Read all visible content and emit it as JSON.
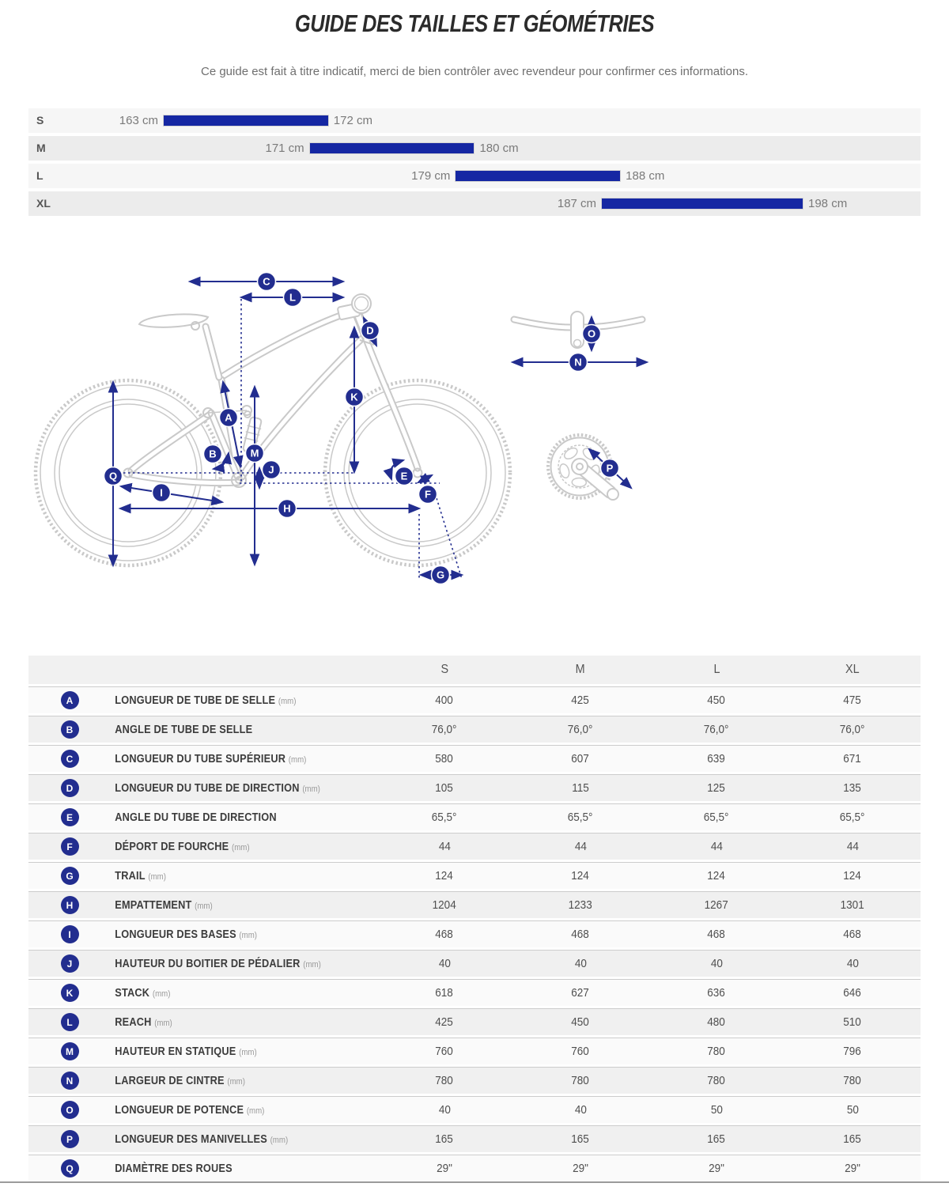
{
  "page": {
    "title": "GUIDE DES TAILLES ET GÉOMÉTRIES",
    "subtitle": "Ce guide est fait à titre indicatif, merci de bien contrôler avec revendeur pour confirmer ces informations."
  },
  "colors": {
    "accent_navy": "#222D8F",
    "bar_blue": "#1527A3",
    "line_art_gray": "#c9c9c9",
    "row_light": "#fafafa",
    "row_gray": "#f0f0f0"
  },
  "size_guide": {
    "scale": {
      "min_cm": 163,
      "max_cm": 198
    },
    "rows": [
      {
        "size": "S",
        "from_cm": 163,
        "to_cm": 172,
        "from_label": "163 cm",
        "to_label": "172 cm"
      },
      {
        "size": "M",
        "from_cm": 171,
        "to_cm": 180,
        "from_label": "171 cm",
        "to_label": "180 cm"
      },
      {
        "size": "L",
        "from_cm": 179,
        "to_cm": 188,
        "from_label": "179 cm",
        "to_label": "188 cm"
      },
      {
        "size": "XL",
        "from_cm": 187,
        "to_cm": 198,
        "from_label": "187 cm",
        "to_label": "198 cm"
      }
    ]
  },
  "diagram": {
    "badges": [
      "A",
      "B",
      "C",
      "D",
      "E",
      "F",
      "G",
      "H",
      "I",
      "J",
      "K",
      "L",
      "M",
      "N",
      "O",
      "P",
      "Q"
    ]
  },
  "geometry_table": {
    "columns": [
      "S",
      "M",
      "L",
      "XL"
    ],
    "rows": [
      {
        "letter": "A",
        "label": "LONGUEUR DE TUBE DE SELLE",
        "unit": "(mm)",
        "values": [
          "400",
          "425",
          "450",
          "475"
        ]
      },
      {
        "letter": "B",
        "label": "ANGLE DE TUBE DE SELLE",
        "unit": "",
        "values": [
          "76,0°",
          "76,0°",
          "76,0°",
          "76,0°"
        ]
      },
      {
        "letter": "C",
        "label": "LONGUEUR DU TUBE SUPÉRIEUR",
        "unit": "(mm)",
        "values": [
          "580",
          "607",
          "639",
          "671"
        ]
      },
      {
        "letter": "D",
        "label": "LONGUEUR DU TUBE DE DIRECTION",
        "unit": "(mm)",
        "values": [
          "105",
          "115",
          "125",
          "135"
        ]
      },
      {
        "letter": "E",
        "label": "ANGLE DU TUBE DE DIRECTION",
        "unit": "",
        "values": [
          "65,5°",
          "65,5°",
          "65,5°",
          "65,5°"
        ]
      },
      {
        "letter": "F",
        "label": "DÉPORT DE FOURCHE",
        "unit": "(mm)",
        "values": [
          "44",
          "44",
          "44",
          "44"
        ]
      },
      {
        "letter": "G",
        "label": "TRAIL",
        "unit": "(mm)",
        "values": [
          "124",
          "124",
          "124",
          "124"
        ]
      },
      {
        "letter": "H",
        "label": "EMPATTEMENT",
        "unit": "(mm)",
        "values": [
          "1204",
          "1233",
          "1267",
          "1301"
        ]
      },
      {
        "letter": "I",
        "label": "LONGUEUR DES BASES",
        "unit": "(mm)",
        "values": [
          "468",
          "468",
          "468",
          "468"
        ]
      },
      {
        "letter": "J",
        "label": "HAUTEUR DU BOITIER DE PÉDALIER",
        "unit": "(mm)",
        "values": [
          "40",
          "40",
          "40",
          "40"
        ]
      },
      {
        "letter": "K",
        "label": "STACK",
        "unit": "(mm)",
        "values": [
          "618",
          "627",
          "636",
          "646"
        ]
      },
      {
        "letter": "L",
        "label": "REACH",
        "unit": "(mm)",
        "values": [
          "425",
          "450",
          "480",
          "510"
        ]
      },
      {
        "letter": "M",
        "label": "HAUTEUR EN STATIQUE",
        "unit": "(mm)",
        "values": [
          "760",
          "760",
          "780",
          "796"
        ]
      },
      {
        "letter": "N",
        "label": "LARGEUR DE CINTRE",
        "unit": "(mm)",
        "values": [
          "780",
          "780",
          "780",
          "780"
        ]
      },
      {
        "letter": "O",
        "label": "LONGUEUR DE POTENCE",
        "unit": "(mm)",
        "values": [
          "40",
          "40",
          "50",
          "50"
        ]
      },
      {
        "letter": "P",
        "label": "LONGUEUR DES MANIVELLES",
        "unit": "(mm)",
        "values": [
          "165",
          "165",
          "165",
          "165"
        ]
      },
      {
        "letter": "Q",
        "label": "DIAMÈTRE DES ROUES",
        "unit": "",
        "values": [
          "29\"",
          "29\"",
          "29\"",
          "29\""
        ]
      }
    ]
  }
}
